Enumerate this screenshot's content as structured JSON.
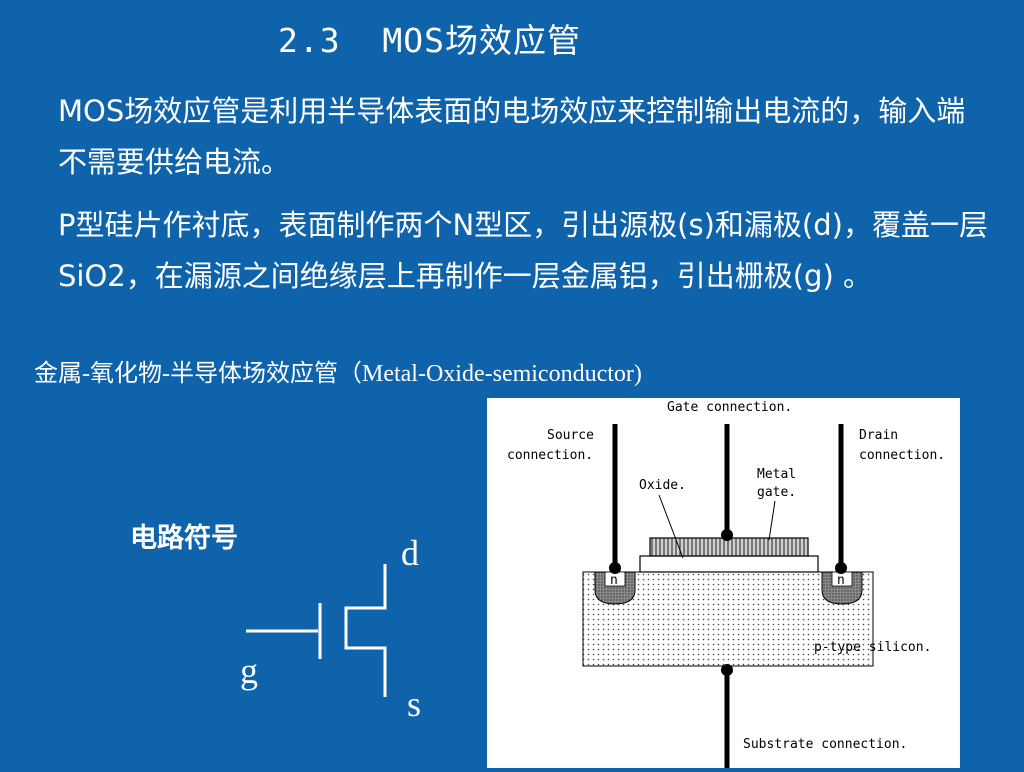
{
  "title": "2.3  MOS场效应管",
  "paragraphs": [
    "MOS场效应管是利用半导体表面的电场效应来控制输出电流的，输入端不需要供给电流。",
    "P型硅片作衬底，表面制作两个N型区，引出源极(s)和漏极(d)，覆盖一层SiO2，在漏源之间绝缘层上再制作一层金属铝，引出栅极(g) 。"
  ],
  "caption": "金属-氧化物-半导体场效应管（Metal-Oxide-semiconductor)",
  "symbol": {
    "label": "电路符号",
    "pins": {
      "d": "d",
      "g": "g",
      "s": "s"
    }
  },
  "diagram": {
    "gate_connection": "Gate connection.",
    "source_connection": [
      "Source",
      "connection."
    ],
    "drain_connection": [
      "Drain",
      "connection."
    ],
    "oxide": "Oxide.",
    "metal_gate": [
      "Metal",
      "gate."
    ],
    "n_region": "n",
    "p_type": "p-type silicon.",
    "substrate": "Substrate connection."
  },
  "colors": {
    "background": "#0f63ab",
    "text": "#ffffff",
    "diagram_bg": "#ffffff"
  }
}
